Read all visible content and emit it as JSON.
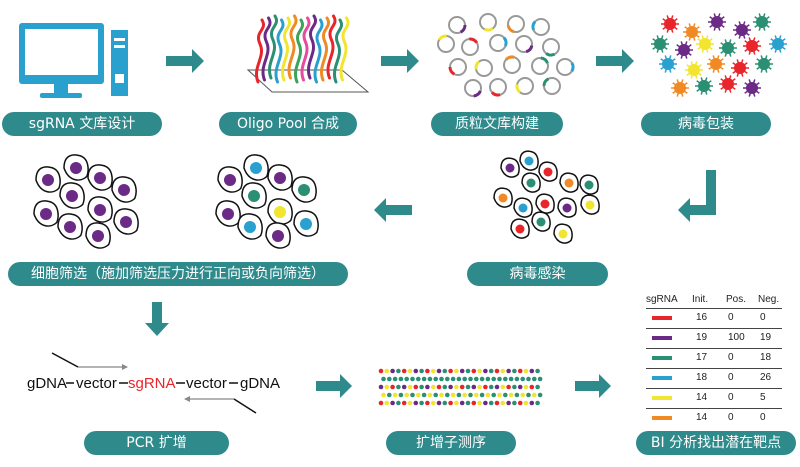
{
  "steps": {
    "s1": "sgRNA 文库设计",
    "s2": "Oligo Pool 合成",
    "s3": "质粒文库构建",
    "s4": "病毒包装",
    "s5": "病毒感染",
    "s6": "细胞筛选（施加筛选压力进行正向或负向筛选）",
    "s7": "PCR 扩增",
    "s8": "扩增子测序",
    "s9": "BI 分析找出潜在靶点"
  },
  "construct": {
    "left": "gDNA",
    "vector1": "vector",
    "sgrna": "sgRNA",
    "vector2": "vector",
    "right": "gDNA"
  },
  "table": {
    "headers": [
      "sgRNA",
      "Init.",
      "Pos.",
      "Neg."
    ],
    "rows": [
      {
        "color": "#e8252a",
        "init": "16",
        "pos": "0",
        "neg": "0"
      },
      {
        "color": "#6b2a86",
        "init": "19",
        "pos": "100",
        "neg": "19"
      },
      {
        "color": "#2a8f73",
        "init": "17",
        "pos": "0",
        "neg": "18"
      },
      {
        "color": "#2aa0cf",
        "init": "18",
        "pos": "0",
        "neg": "26"
      },
      {
        "color": "#f2e530",
        "init": "14",
        "pos": "0",
        "neg": "5"
      },
      {
        "color": "#f08a24",
        "init": "14",
        "pos": "0",
        "neg": "0"
      }
    ]
  },
  "colors": {
    "teal": "#2f8a8c",
    "red": "#e8252a",
    "purple": "#6b2a86",
    "green": "#2a8f73",
    "blue": "#2aa0cf",
    "yellow": "#f2e530",
    "orange": "#f08a24",
    "monitor": "#2aa0cf"
  }
}
